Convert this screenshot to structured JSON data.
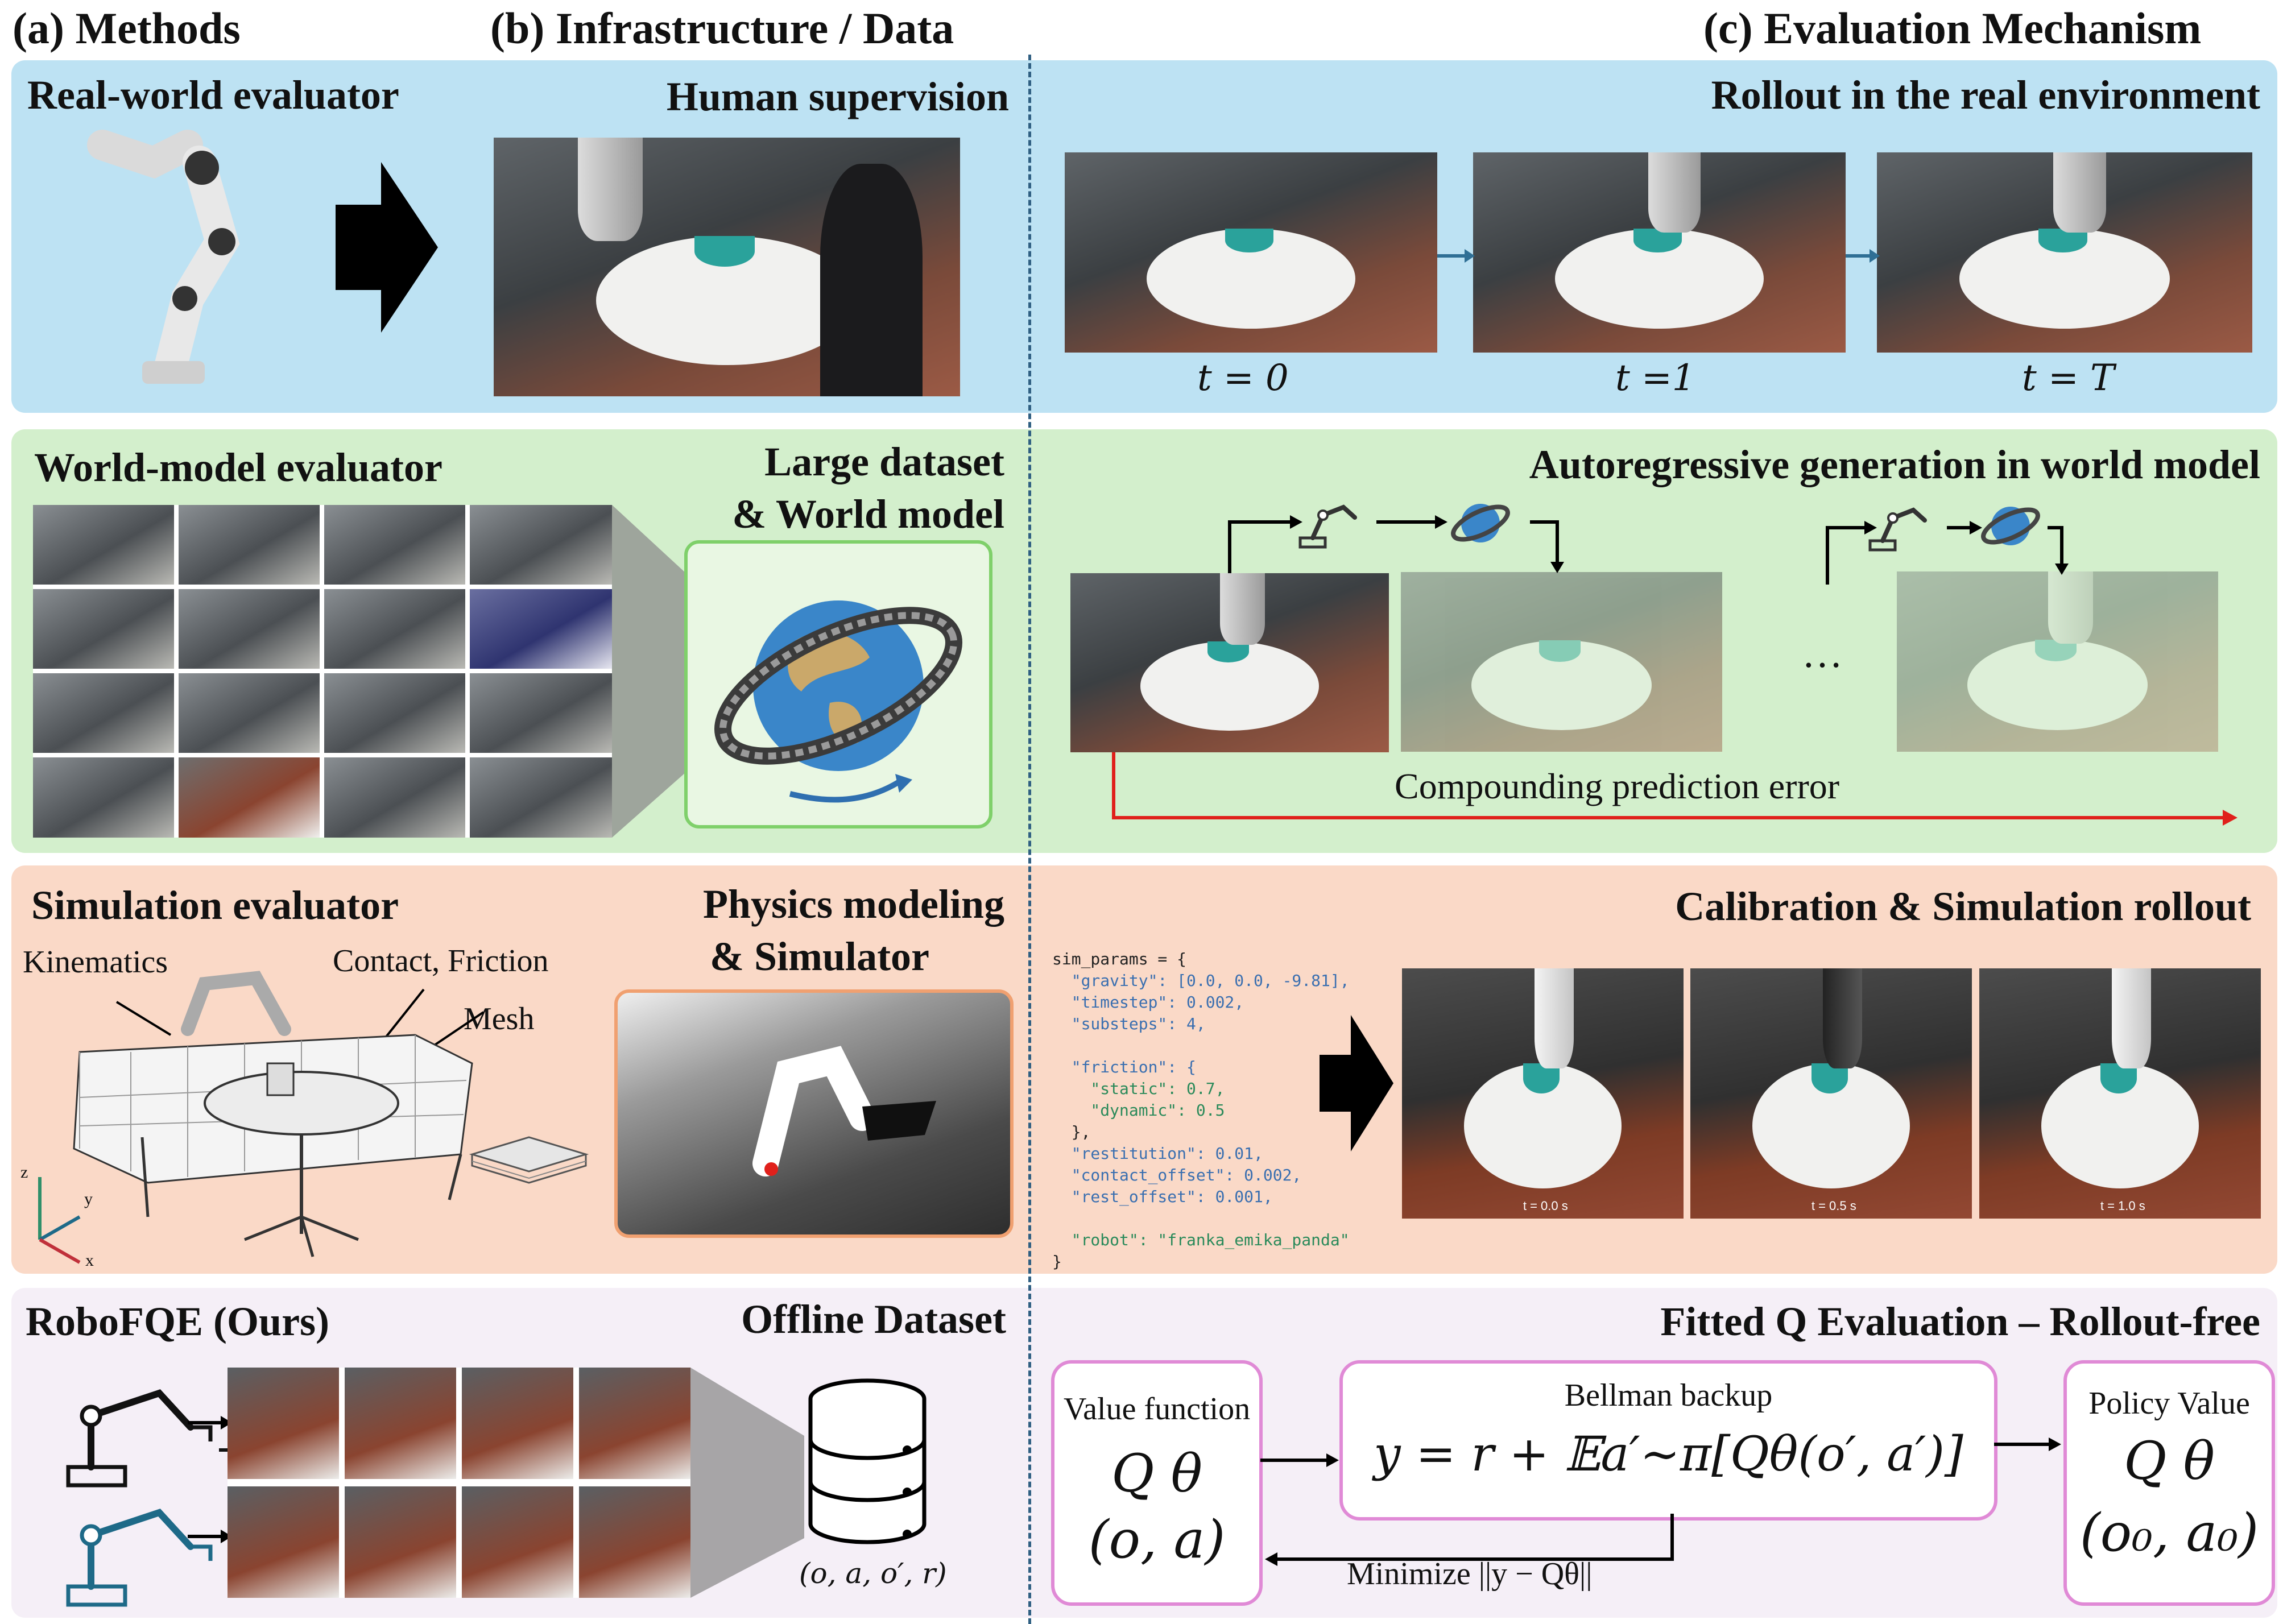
{
  "headers": {
    "methods": "(a) Methods",
    "infrastructure": "(b) Infrastructure / Data",
    "evaluation": "(c) Evaluation Mechanism"
  },
  "colors": {
    "real_band": "#bde2f3",
    "world_band": "#d3efcc",
    "sim_band": "#fad9c7",
    "ours_band": "#f5eff7",
    "divider": "#2f5f82",
    "arrow_blue": "#2f6f95",
    "error_red": "#e0201b",
    "box_pink": "#e08ad6",
    "wm_box_green": "#7fd06a",
    "sim_box_orange": "#f0a070",
    "robot_teal": "#1e6a88"
  },
  "real": {
    "method_label": "Real-world evaluator",
    "infra_label": "Human supervision",
    "eval_label": "Rollout in the real environment",
    "time_labels": [
      "t = 0",
      "t =1",
      "t = T"
    ]
  },
  "world": {
    "method_label": "World-model evaluator",
    "infra_label_line1": "Large dataset",
    "infra_label_line2": "& World model",
    "eval_label": "Autoregressive generation in world model",
    "ellipsis": "…",
    "error_label": "Compounding prediction error"
  },
  "sim": {
    "method_label": "Simulation evaluator",
    "kinematics": "Kinematics",
    "contact": "Contact, Friction",
    "mesh": "Mesh",
    "axis_z": "z",
    "axis_y": "y",
    "axis_x": "x",
    "infra_label_line1": "Physics modeling",
    "infra_label_line2": "& Simulator",
    "eval_label": "Calibration & Simulation rollout",
    "code_lines": [
      "sim_params = {",
      "  \"gravity\": [0.0, 0.0, -9.81],",
      "  \"timestep\": 0.002,",
      "  \"substeps\": 4,",
      "",
      "  \"friction\": {",
      "    \"static\": 0.7,",
      "    \"dynamic\": 0.5",
      "  },",
      "  \"restitution\": 0.01,",
      "  \"contact_offset\": 0.002,",
      "  \"rest_offset\": 0.001,",
      "",
      "  \"robot\": \"franka_emika_panda\"",
      "}"
    ],
    "frame_times": [
      "t = 0.0 s",
      "t = 0.5 s",
      "t = 1.0 s"
    ]
  },
  "ours": {
    "method_label": "RoboFQE (Ours)",
    "infra_label": "Offline Dataset",
    "dataset_tuple": "(o, a, o′, r)",
    "eval_label": "Fitted Q Evaluation – Rollout-free",
    "value_function": {
      "title": "Value function",
      "q": "Q θ",
      "args": "(o, a)"
    },
    "bellman": {
      "title": "Bellman backup",
      "equation": "y = r +  𝔼a′∼π[Qθ(o′, a′)]"
    },
    "policy_value": {
      "title": "Policy Value",
      "q": "Q θ",
      "args": "(o₀, a₀)"
    },
    "minimize": "Minimize ||y − Qθ||"
  }
}
